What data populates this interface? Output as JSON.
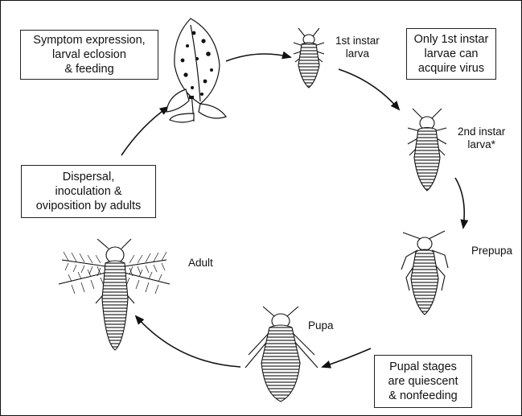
{
  "boxes": {
    "symptom": [
      "Symptom expression,",
      "larval eclosion",
      "& feeding"
    ],
    "only_first": [
      "Only 1st instar",
      "larvae can",
      "acquire virus"
    ],
    "dispersal": [
      "Dispersal,",
      "inoculation &",
      "oviposition by adults"
    ],
    "pupal": [
      "Pupal stages",
      "are quiescent",
      "& nonfeeding"
    ]
  },
  "stages": {
    "first_instar": [
      "1st instar",
      "larva"
    ],
    "second_instar": [
      "2nd instar",
      "larva*"
    ],
    "prepupa": "Prepupa",
    "pupa": "Pupa",
    "adult": "Adult"
  },
  "colors": {
    "ink": "#111111",
    "paper": "#ffffff"
  },
  "icons": [
    "leaf-plant-icon",
    "first-instar-larva-icon",
    "second-instar-larva-icon",
    "prepupa-icon",
    "pupa-icon",
    "adult-thrips-icon"
  ]
}
